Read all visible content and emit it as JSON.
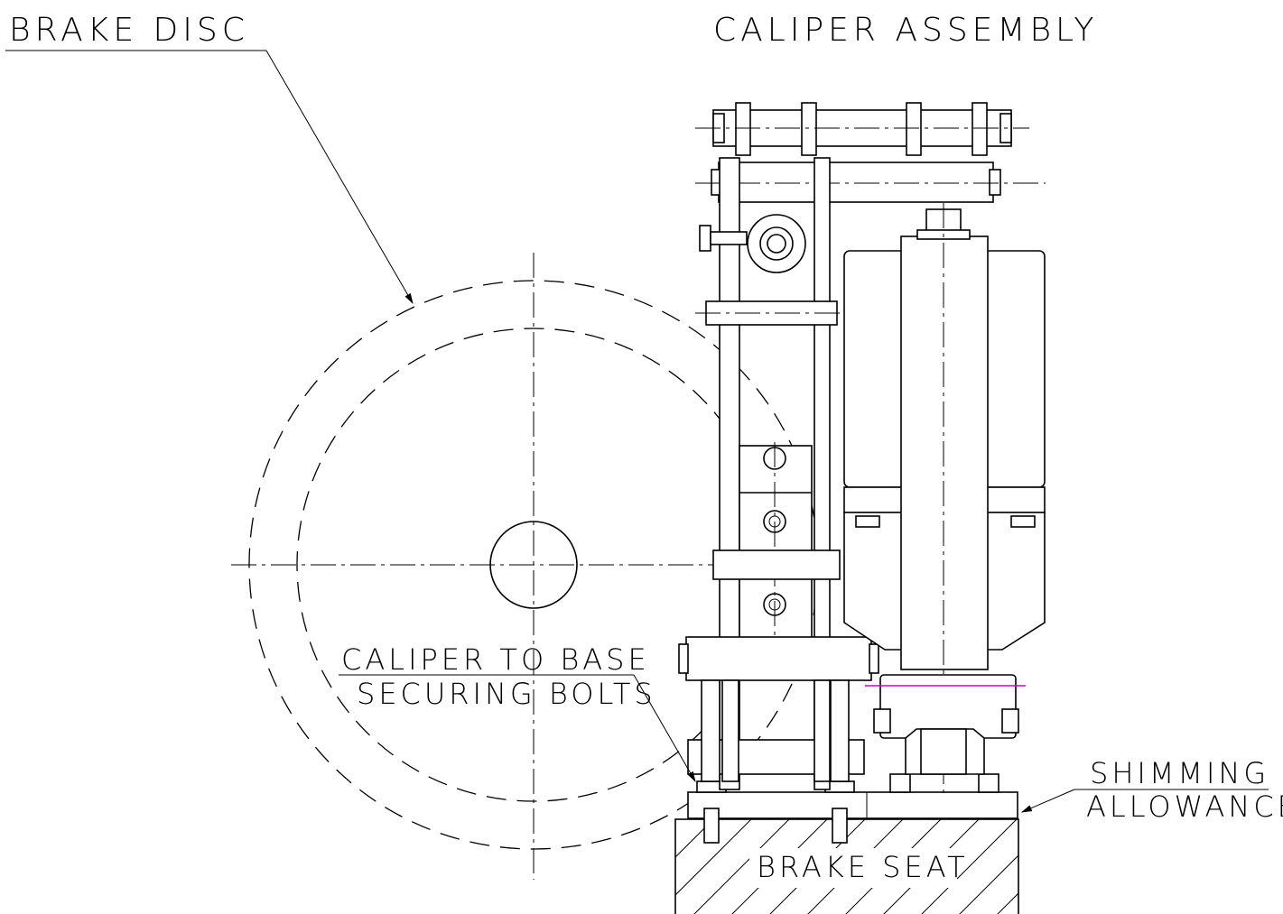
{
  "labels": {
    "brake_disc": "BRAKE DISC",
    "caliper_assembly": "CALIPER ASSEMBLY",
    "securing_bolts_line1": "CALIPER TO BASE",
    "securing_bolts_line2": "SECURING BOLTS",
    "shimming_line1": "SHIMMING",
    "shimming_line2": "ALLOWANCE",
    "brake_seat": "BRAKE SEAT"
  },
  "colors": {
    "line": "#000000",
    "shim_line": "#cc00cc",
    "background": "#ffffff"
  }
}
